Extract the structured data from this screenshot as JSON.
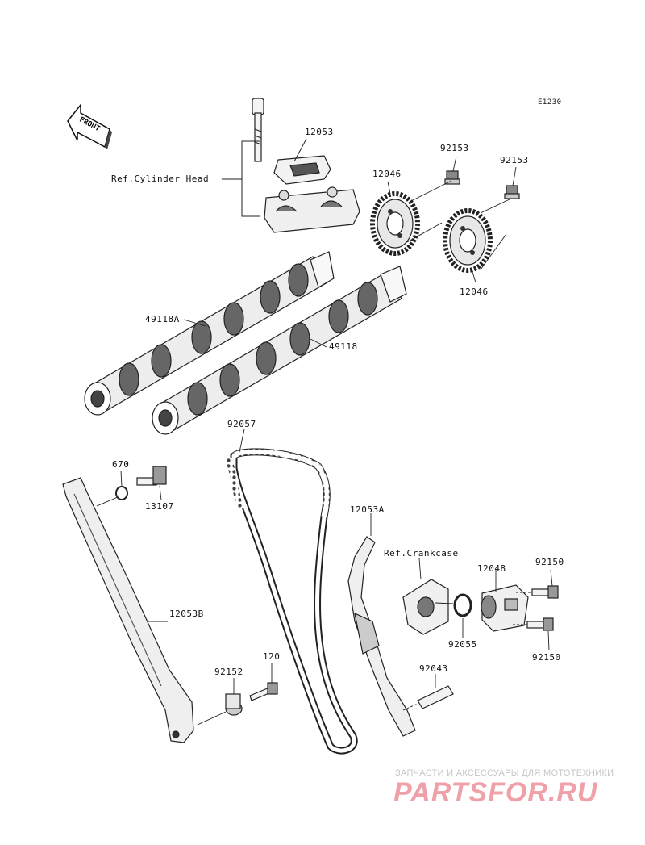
{
  "diagram_code": "E1230",
  "front_label": "FRONT",
  "references": {
    "cylinder_head": "Ref.Cylinder Head",
    "crankcase": "Ref.Crankcase"
  },
  "parts": {
    "cap_bolt_bracket": "12053",
    "sprocket_upper": "12046",
    "sprocket_lower": "12046",
    "sprocket_bolt_left": "92153",
    "sprocket_bolt_right": "92153",
    "camshaft_exhaust": "49118A",
    "camshaft_intake": "49118",
    "cam_chain": "92057",
    "oring_670": "670",
    "bolt_13107": "13107",
    "guide_rear": "12053B",
    "guide_front": "12053A",
    "tensioner": "12048",
    "bolt_upper": "92150",
    "bolt_lower": "92150",
    "gasket": "92055",
    "pin": "92043",
    "collar": "92152",
    "bolt_120": "120"
  },
  "watermark": {
    "tagline": "ЗАПЧАСТИ И АКСЕССУАРЫ ДЛЯ МОТОТЕХНИКИ",
    "logo": "PARTSFOR.RU"
  }
}
